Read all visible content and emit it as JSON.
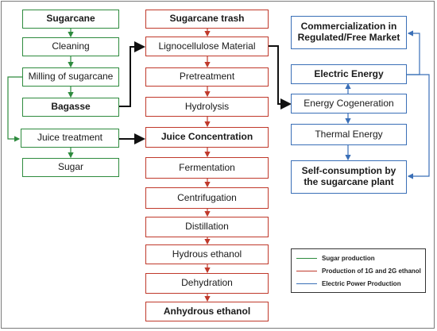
{
  "colors": {
    "sugar": "#2e8b3e",
    "ethanol": "#c0392b",
    "power": "#3a6fb7",
    "connector": "#111111"
  },
  "sugar_column": {
    "sugarcane": "Sugarcane",
    "cleaning": "Cleaning",
    "milling": "Milling of sugarcane",
    "bagasse": "Bagasse",
    "juice_treatment": "Juice treatment",
    "sugar": "Sugar"
  },
  "ethanol_column": {
    "trash": "Sugarcane trash",
    "lignocellulose": "Lignocellulose Material",
    "pretreatment": "Pretreatment",
    "hydrolysis": "Hydrolysis",
    "juice_concentration": "Juice Concentration",
    "fermentation": "Fermentation",
    "centrifugation": "Centrifugation",
    "distillation": "Distillation",
    "hydrous": "Hydrous ethanol",
    "dehydration": "Dehydration",
    "anhydrous": "Anhydrous ethanol"
  },
  "power_column": {
    "commercialization": "Commercialization in Regulated/Free Market",
    "electric": "Electric Energy",
    "cogeneration": "Energy Cogeneration",
    "thermal": "Thermal Energy",
    "self_consumption": "Self-consumption by the sugarcane plant"
  },
  "legend": {
    "sugar": "Sugar production",
    "ethanol": "Production of 1G and 2G ethanol",
    "power": "Electric Power Production"
  }
}
